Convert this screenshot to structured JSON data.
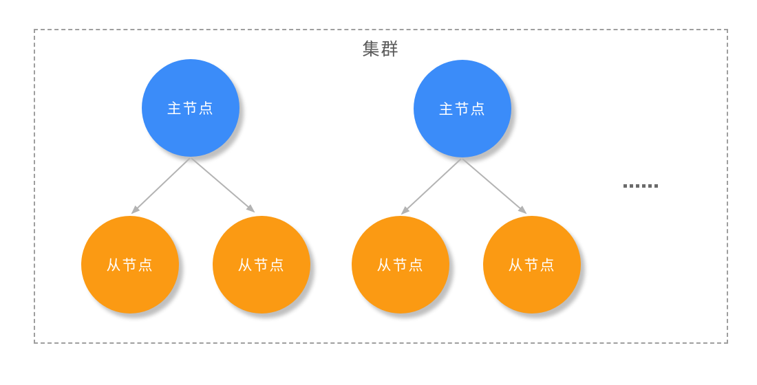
{
  "diagram": {
    "title": "集群",
    "clusters": [
      {
        "master": "主节点",
        "slaves": [
          "从节点",
          "从节点"
        ]
      },
      {
        "master": "主节点",
        "slaves": [
          "从节点",
          "从节点"
        ]
      }
    ],
    "more_indicator": {
      "label": "……",
      "dot_count": 6
    },
    "colors": {
      "master": "#3b8cf9",
      "slave": "#fb9a13",
      "arrow": "#b3b3b3",
      "border": "#9e9e9e",
      "title": "#595959",
      "node_text": "#ffffff",
      "ellipsis": "#6b6b6b"
    }
  }
}
